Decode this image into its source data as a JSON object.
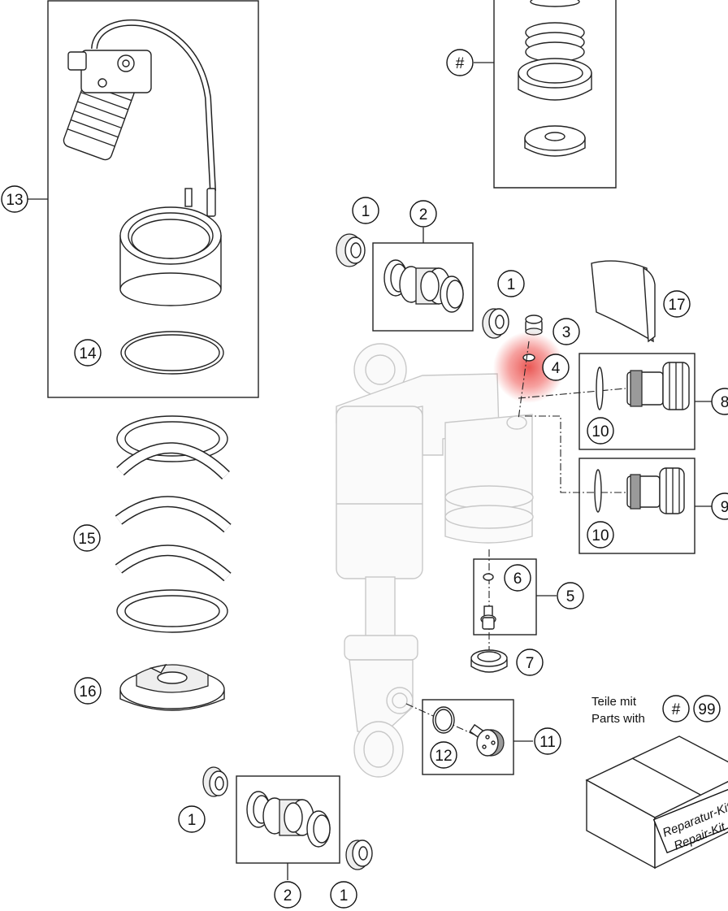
{
  "callouts": {
    "c1_top_left": "1",
    "c2_top": "2",
    "c1_top_mid": "1",
    "c3": "3",
    "c4": "4",
    "c5": "5",
    "c6": "6",
    "c7": "7",
    "c8": "8",
    "c9": "9",
    "c10_upper": "10",
    "c10_lower": "10",
    "c11": "11",
    "c12": "12",
    "c13": "13",
    "c14": "14",
    "c15": "15",
    "c16": "16",
    "c17": "17",
    "c1_bottom_left": "1",
    "c2_bottom": "2",
    "c1_bottom_right": "1",
    "c_hash_top": "#"
  },
  "kit_legend": {
    "line1": "Teile mit",
    "line2": "Parts with",
    "symbol": "#",
    "number": "99"
  },
  "kit_box": {
    "label_de": "Reparatur-Kit",
    "label_en": "Repair-Kit"
  },
  "colors": {
    "highlight": "#e53935",
    "ink": "#222222",
    "ghost": "#c8c8c8"
  }
}
